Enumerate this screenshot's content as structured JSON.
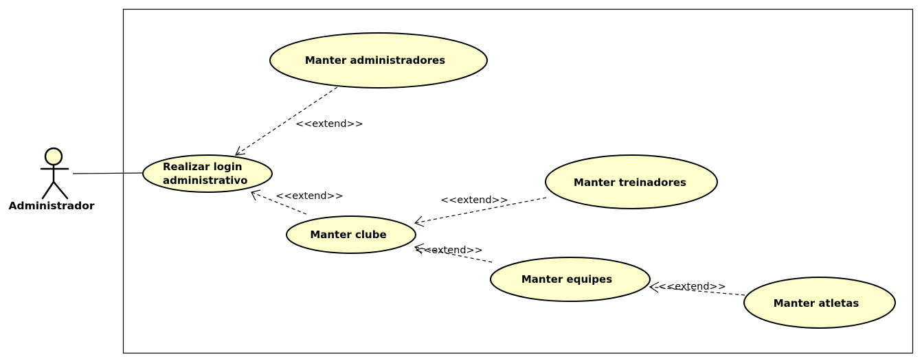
{
  "actor": {
    "name": "Administrador"
  },
  "use_cases": {
    "login": {
      "lines": [
        "Realizar login",
        "administrativo"
      ]
    },
    "admins": {
      "label": "Manter administradores"
    },
    "clube": {
      "label": "Manter clube"
    },
    "treinadores": {
      "label": "Manter treinadores"
    },
    "equipes": {
      "label": "Manter equipes"
    },
    "atletas": {
      "label": "Manter atletas"
    }
  },
  "relations": {
    "extend_label": "<<extend>>"
  },
  "colors": {
    "use_case_fill": "#fefecc",
    "stroke": "#000000"
  }
}
